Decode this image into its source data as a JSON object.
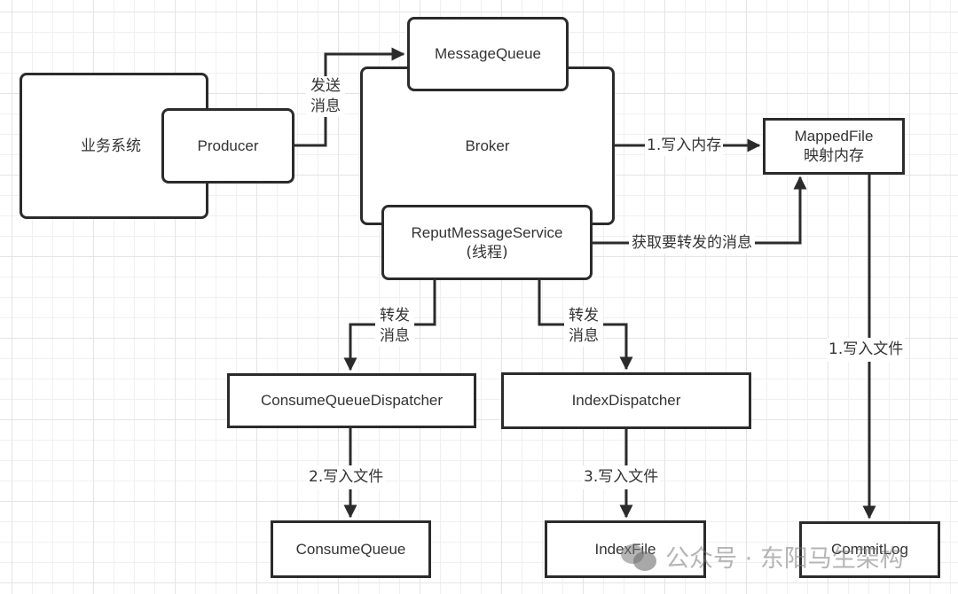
{
  "diagram": {
    "title": "RocketMQ Broker message storage and dispatch flow",
    "nodes": {
      "business_system": "业务系统",
      "producer": "Producer",
      "message_queue": "MessageQueue",
      "broker": "Broker",
      "reput_service_line1": "ReputMessageService",
      "reput_service_line2": "(线程)",
      "mapped_file_line1": "MappedFile",
      "mapped_file_line2": "映射内存",
      "consume_queue_dispatcher": "ConsumeQueueDispatcher",
      "index_dispatcher": "IndexDispatcher",
      "consume_queue": "ConsumeQueue",
      "index_file": "IndexFile",
      "commit_log": "CommitLog"
    },
    "edges": {
      "send_message_line1": "发送",
      "send_message_line2": "消息",
      "write_memory": "1.写入内存",
      "fetch_forward": "获取要转发的消息",
      "forward_cq_line1": "转发",
      "forward_cq_line2": "消息",
      "forward_index_line1": "转发",
      "forward_index_line2": "消息",
      "write_cq_file": "2.写入文件",
      "write_index_file": "3.写入文件",
      "write_commitlog_file": "1.写入文件"
    },
    "colors": {
      "stroke": "#2b2b2b",
      "text": "#333333",
      "grid": "#e4e4e4",
      "background": "#ffffff"
    }
  },
  "watermark": {
    "icon": "wechat-icon",
    "text": "公众号 · 东阳马生架构"
  }
}
